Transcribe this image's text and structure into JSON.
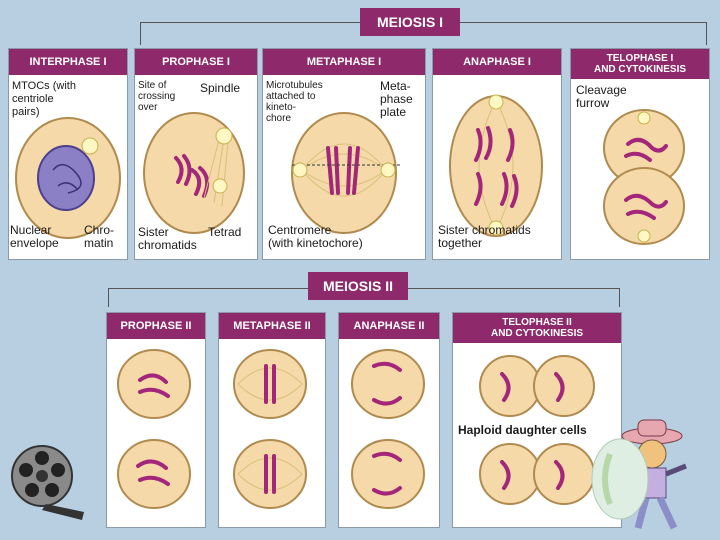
{
  "meiosis1": {
    "title": "MEIOSIS I",
    "stages": [
      {
        "title": "INTERPHASE I",
        "labels": {
          "mtocs": "MTOCs (with\ncentriole\npairs)",
          "nuclear": "Nuclear\nenvelope",
          "chromatin": "Chro-\nmatin"
        }
      },
      {
        "title": "PROPHASE I",
        "labels": {
          "site": "Site of\ncrossing\nover",
          "spindle": "Spindle",
          "sister": "Sister\nchromatids",
          "tetrad": "Tetrad"
        }
      },
      {
        "title": "METAPHASE I",
        "labels": {
          "microtubules": "Microtubules\nattached to\nkineto-\nchore",
          "plate": "Meta-\nphase\nplate",
          "centromere": "Centromere\n(with kinetochore)"
        }
      },
      {
        "title": "ANAPHASE I",
        "labels": {
          "sister_together": "Sister chromatids\ntogether"
        }
      },
      {
        "title": "TELOPHASE I\nAND CYTOKINESIS",
        "labels": {
          "cleavage": "Cleavage\nfurrow"
        }
      }
    ]
  },
  "meiosis2": {
    "title": "MEIOSIS II",
    "stages": [
      {
        "title": "PROPHASE II"
      },
      {
        "title": "METAPHASE II"
      },
      {
        "title": "ANAPHASE II"
      },
      {
        "title": "TELOPHASE II\nAND CYTOKINESIS",
        "labels": {
          "haploid": "Haploid daughter cells"
        }
      }
    ]
  },
  "colors": {
    "background": "#b7cfe1",
    "header": "#8e2a6b",
    "cell_fill": "#f5d9a8",
    "chromosome": "#a3267a",
    "nucleus": "#8b7fc6"
  },
  "icons": [
    "film-reel-icon",
    "cartoon-cowboy-icon",
    "cell-decoration-icon"
  ]
}
